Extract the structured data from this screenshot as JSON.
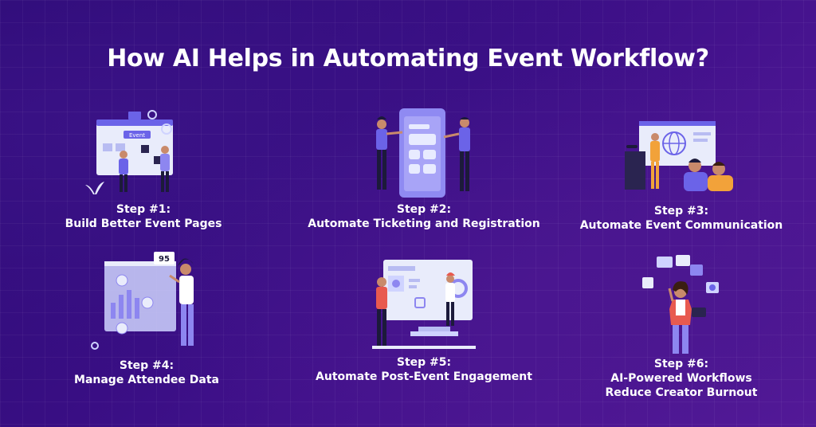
{
  "title": "How AI Helps in Automating Event Workflow?",
  "steps": [
    {
      "step": "Step #1:",
      "label": "Build Better Event Pages",
      "icon": "event-page-builder-illustration"
    },
    {
      "step": "Step #2:",
      "label": "Automate Ticketing and Registration",
      "icon": "mobile-registration-illustration"
    },
    {
      "step": "Step #3:",
      "label": "Automate Event Communication",
      "icon": "presentation-audience-illustration"
    },
    {
      "step": "Step #4:",
      "label": "Manage Attendee Data",
      "icon": "attendee-analytics-illustration"
    },
    {
      "step": "Step #5:",
      "label": "Automate Post-Event Engagement",
      "icon": "engagement-dashboard-illustration"
    },
    {
      "step": "Step #6:",
      "label_line1": "AI-Powered Workflows",
      "label_line2": "Reduce Creator Burnout",
      "icon": "stressed-creator-illustration"
    }
  ],
  "illustration_text": {
    "event_badge": "Event",
    "count_badge": "95"
  },
  "colors": {
    "accent": "#6b63e8",
    "light": "#e8ebff",
    "skin": "#c98a6b",
    "dark": "#1c1a3a",
    "orange": "#f2a23a",
    "coral": "#e85a4f"
  }
}
